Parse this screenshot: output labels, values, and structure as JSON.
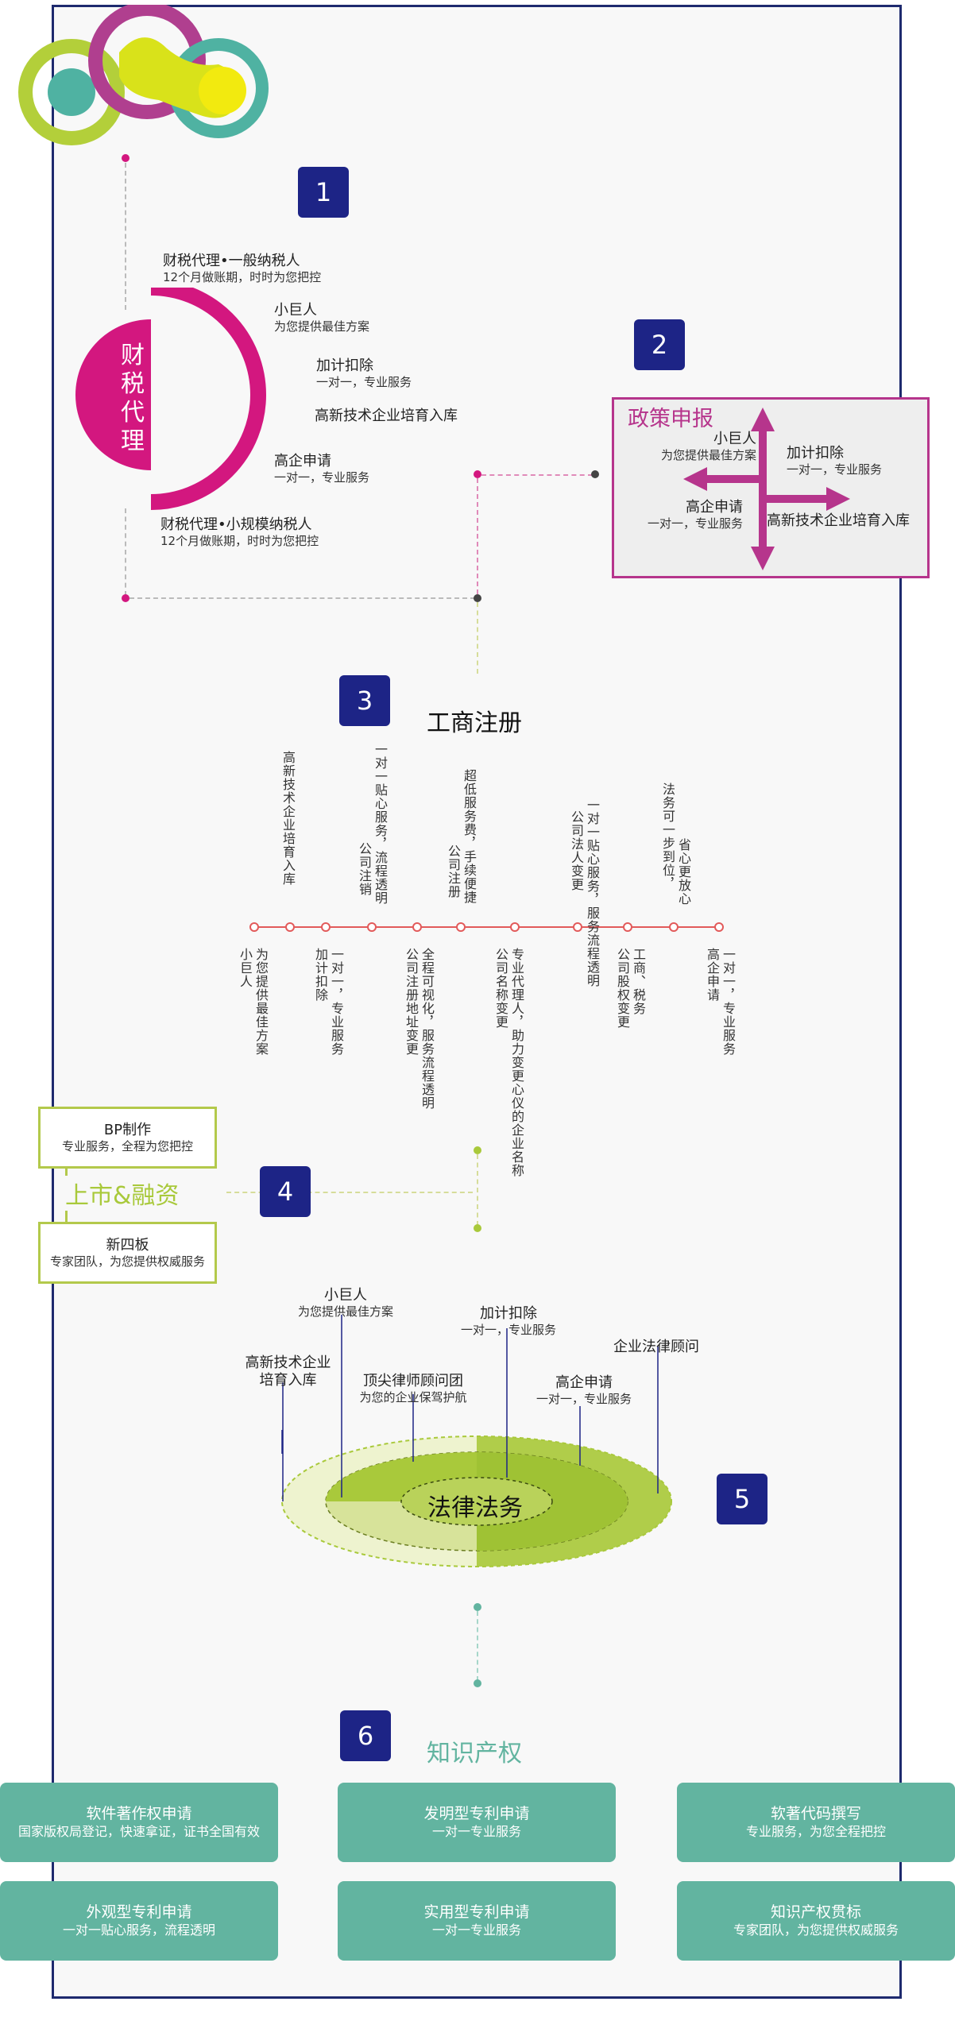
{
  "numbers": [
    "1",
    "2",
    "3",
    "4",
    "5",
    "6"
  ],
  "s1": {
    "center": "财税代理",
    "items": [
      {
        "title": "财税代理•一般纳税人",
        "sub": "12个月做账期，时时为您把控"
      },
      {
        "title": "小巨人",
        "sub": "为您提供最佳方案"
      },
      {
        "title": "加计扣除",
        "sub": "一对一，专业服务"
      },
      {
        "title": "高新技术企业培育入库",
        "sub": ""
      },
      {
        "title": "高企申请",
        "sub": "一对一，专业服务"
      },
      {
        "title": "财税代理•小规模纳税人",
        "sub": "12个月做账期，时时为您把控"
      }
    ]
  },
  "s2": {
    "title": "政策申报",
    "items": [
      {
        "title": "小巨人",
        "sub": "为您提供最佳方案"
      },
      {
        "title": "加计扣除",
        "sub": "一对一，专业服务"
      },
      {
        "title": "高企申请",
        "sub": "一对一，专业服务"
      },
      {
        "title": "高新技术企业培育入库",
        "sub": ""
      }
    ]
  },
  "s3": {
    "title": "工商注册",
    "top": [
      {
        "a": "高新技术企业培育入库",
        "b": ""
      },
      {
        "a": "公司注销",
        "b": "一对一贴心服务，流程透明"
      },
      {
        "a": "公司注册",
        "b": "超低服务费，手续便捷"
      },
      {
        "a": "公司法人变更",
        "b": "一对一贴心服务，服务流程透明"
      },
      {
        "a": "法务可一步到位，",
        "b": "省心更放心"
      }
    ],
    "bottom": [
      {
        "a": "小巨人",
        "b": "为您提供最佳方案"
      },
      {
        "a": "加计扣除",
        "b": "一对一，专业服务"
      },
      {
        "a": "公司注册地址变更",
        "b": "全程可视化，服务流程透明"
      },
      {
        "a": "公司名称变更",
        "b": "专业代理人，助力变更心仪的企业名称"
      },
      {
        "a": "公司股权变更",
        "b": "工商、税务"
      },
      {
        "a": "高企申请",
        "b": "一对一，专业服务"
      }
    ]
  },
  "s4": {
    "title": "上市&融资",
    "box1": {
      "title": "BP制作",
      "sub": "专业服务，全程为您把控"
    },
    "box2": {
      "title": "新四板",
      "sub": "专家团队，为您提供权威服务"
    }
  },
  "s5": {
    "center": "法律法务",
    "labels": [
      {
        "title": "小巨人",
        "sub": "为您提供最佳方案"
      },
      {
        "title": "加计扣除",
        "sub": "一对一，专业服务"
      },
      {
        "title": "企业法律顾问",
        "sub": ""
      },
      {
        "title": "高新技术企业",
        "sub": "培育入库"
      },
      {
        "title": "顶尖律师顾问团",
        "sub": "为您的企业保驾护航"
      },
      {
        "title": "高企申请",
        "sub": "一对一，专业服务"
      }
    ]
  },
  "s6": {
    "title": "知识产权",
    "cards": [
      {
        "title": "软件著作权申请",
        "sub": "国家版权局登记，快速拿证，证书全国有效"
      },
      {
        "title": "发明型专利申请",
        "sub": "一对一专业服务"
      },
      {
        "title": "软著代码撰写",
        "sub": "专业服务，为您全程把控"
      },
      {
        "title": "外观型专利申请",
        "sub": "一对一贴心服务，流程透明"
      },
      {
        "title": "实用型专利申请",
        "sub": "一对一专业服务"
      },
      {
        "title": "知识产权贯标",
        "sub": "专家团队，为您提供权威服务"
      }
    ]
  },
  "colors": {
    "navy": "#1d2486",
    "magenta": "#d3177f",
    "purple": "#b6358c",
    "lime": "#a9c93b",
    "teal": "#62b4a0",
    "red": "#e25a5a"
  }
}
